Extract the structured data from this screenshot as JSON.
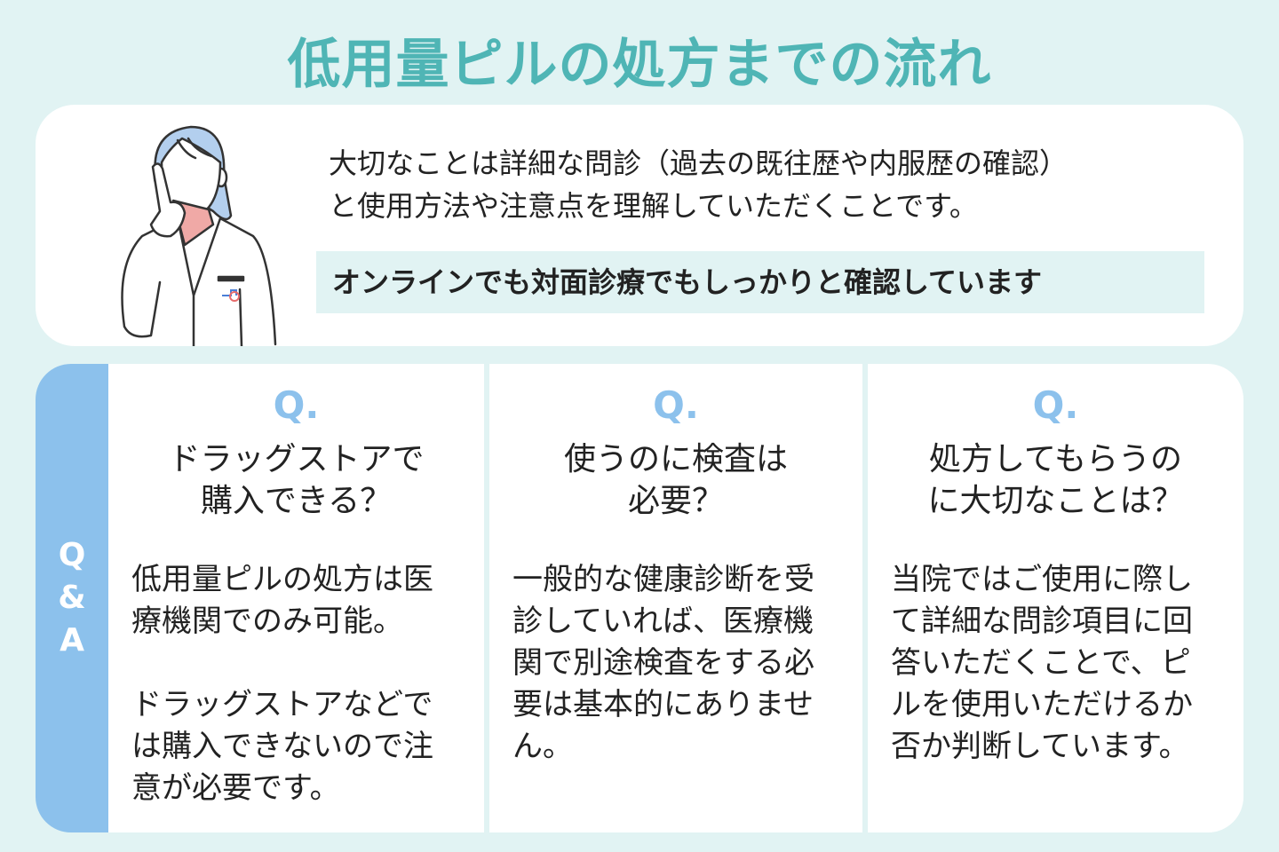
{
  "title": "低用量ピルの処方までの流れ",
  "intro": {
    "line1": "大切なことは詳細な問診（過去の既往歴や内服歴の確認）",
    "line2": "と使用方法や注意点を理解していただくことです。",
    "highlight": "オンラインでも対面診療でもしっかりと確認しています"
  },
  "qa": {
    "label_q": "Q",
    "label_amp": "&",
    "label_a": "A",
    "items": [
      {
        "q": "Q.",
        "question": "ドラッグストアで\n購入できる？",
        "answer": "低用量ピルの処方は医\n療機関でのみ可能。\n\nドラッグストアなどで\nは購入できないので注\n意が必要です。"
      },
      {
        "q": "Q.",
        "question": "使うのに検査は\n必要？",
        "answer": "一般的な健康診断を受\n診していれば、医療機\n関で別途検査をする必\n要は基本的にありませ\nん。"
      },
      {
        "q": "Q.",
        "question": "処方してもらうの\nに大切なことは？",
        "answer": "当院ではご使用に際し\nて詳細な問診項目に回\n答いただくことで、ピ\nルを使用いただけるか\n否か判断しています。"
      }
    ]
  },
  "colors": {
    "teal": "#4fb5b5",
    "blue": "#8cc1ec",
    "bg": "#e1f3f3"
  }
}
